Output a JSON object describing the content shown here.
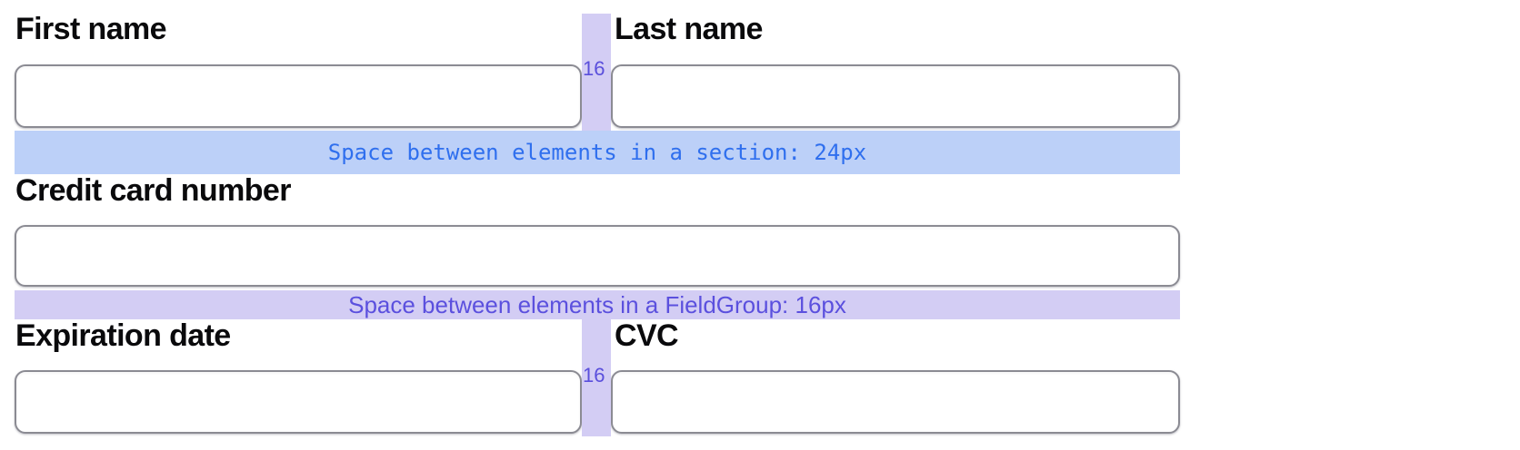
{
  "form": {
    "first_name_label": "First name",
    "last_name_label": "Last name",
    "credit_card_label": "Credit card number",
    "expiration_label": "Expiration date",
    "cvc_label": "CVC",
    "first_name_value": "",
    "last_name_value": "",
    "credit_card_value": "",
    "expiration_value": "",
    "cvc_value": ""
  },
  "spacing_annotations": {
    "section_text": "Space between elements in a section: 24px",
    "fieldgroup_text": "Space between elements in a FieldGroup: 16px",
    "row1_gap_value": "16",
    "row2_gap_value": "16"
  },
  "colors": {
    "section_bar_bg": "#bcd0f8",
    "section_bar_text": "#2f6fee",
    "fieldgroup_bar_bg": "#d3cdf4",
    "fieldgroup_bar_text": "#5b50de",
    "gap_number_text": "#5a4fdc",
    "field_border": "#8b8b93",
    "label_text": "#0a0a0c",
    "page_bg": "#ffffff"
  }
}
